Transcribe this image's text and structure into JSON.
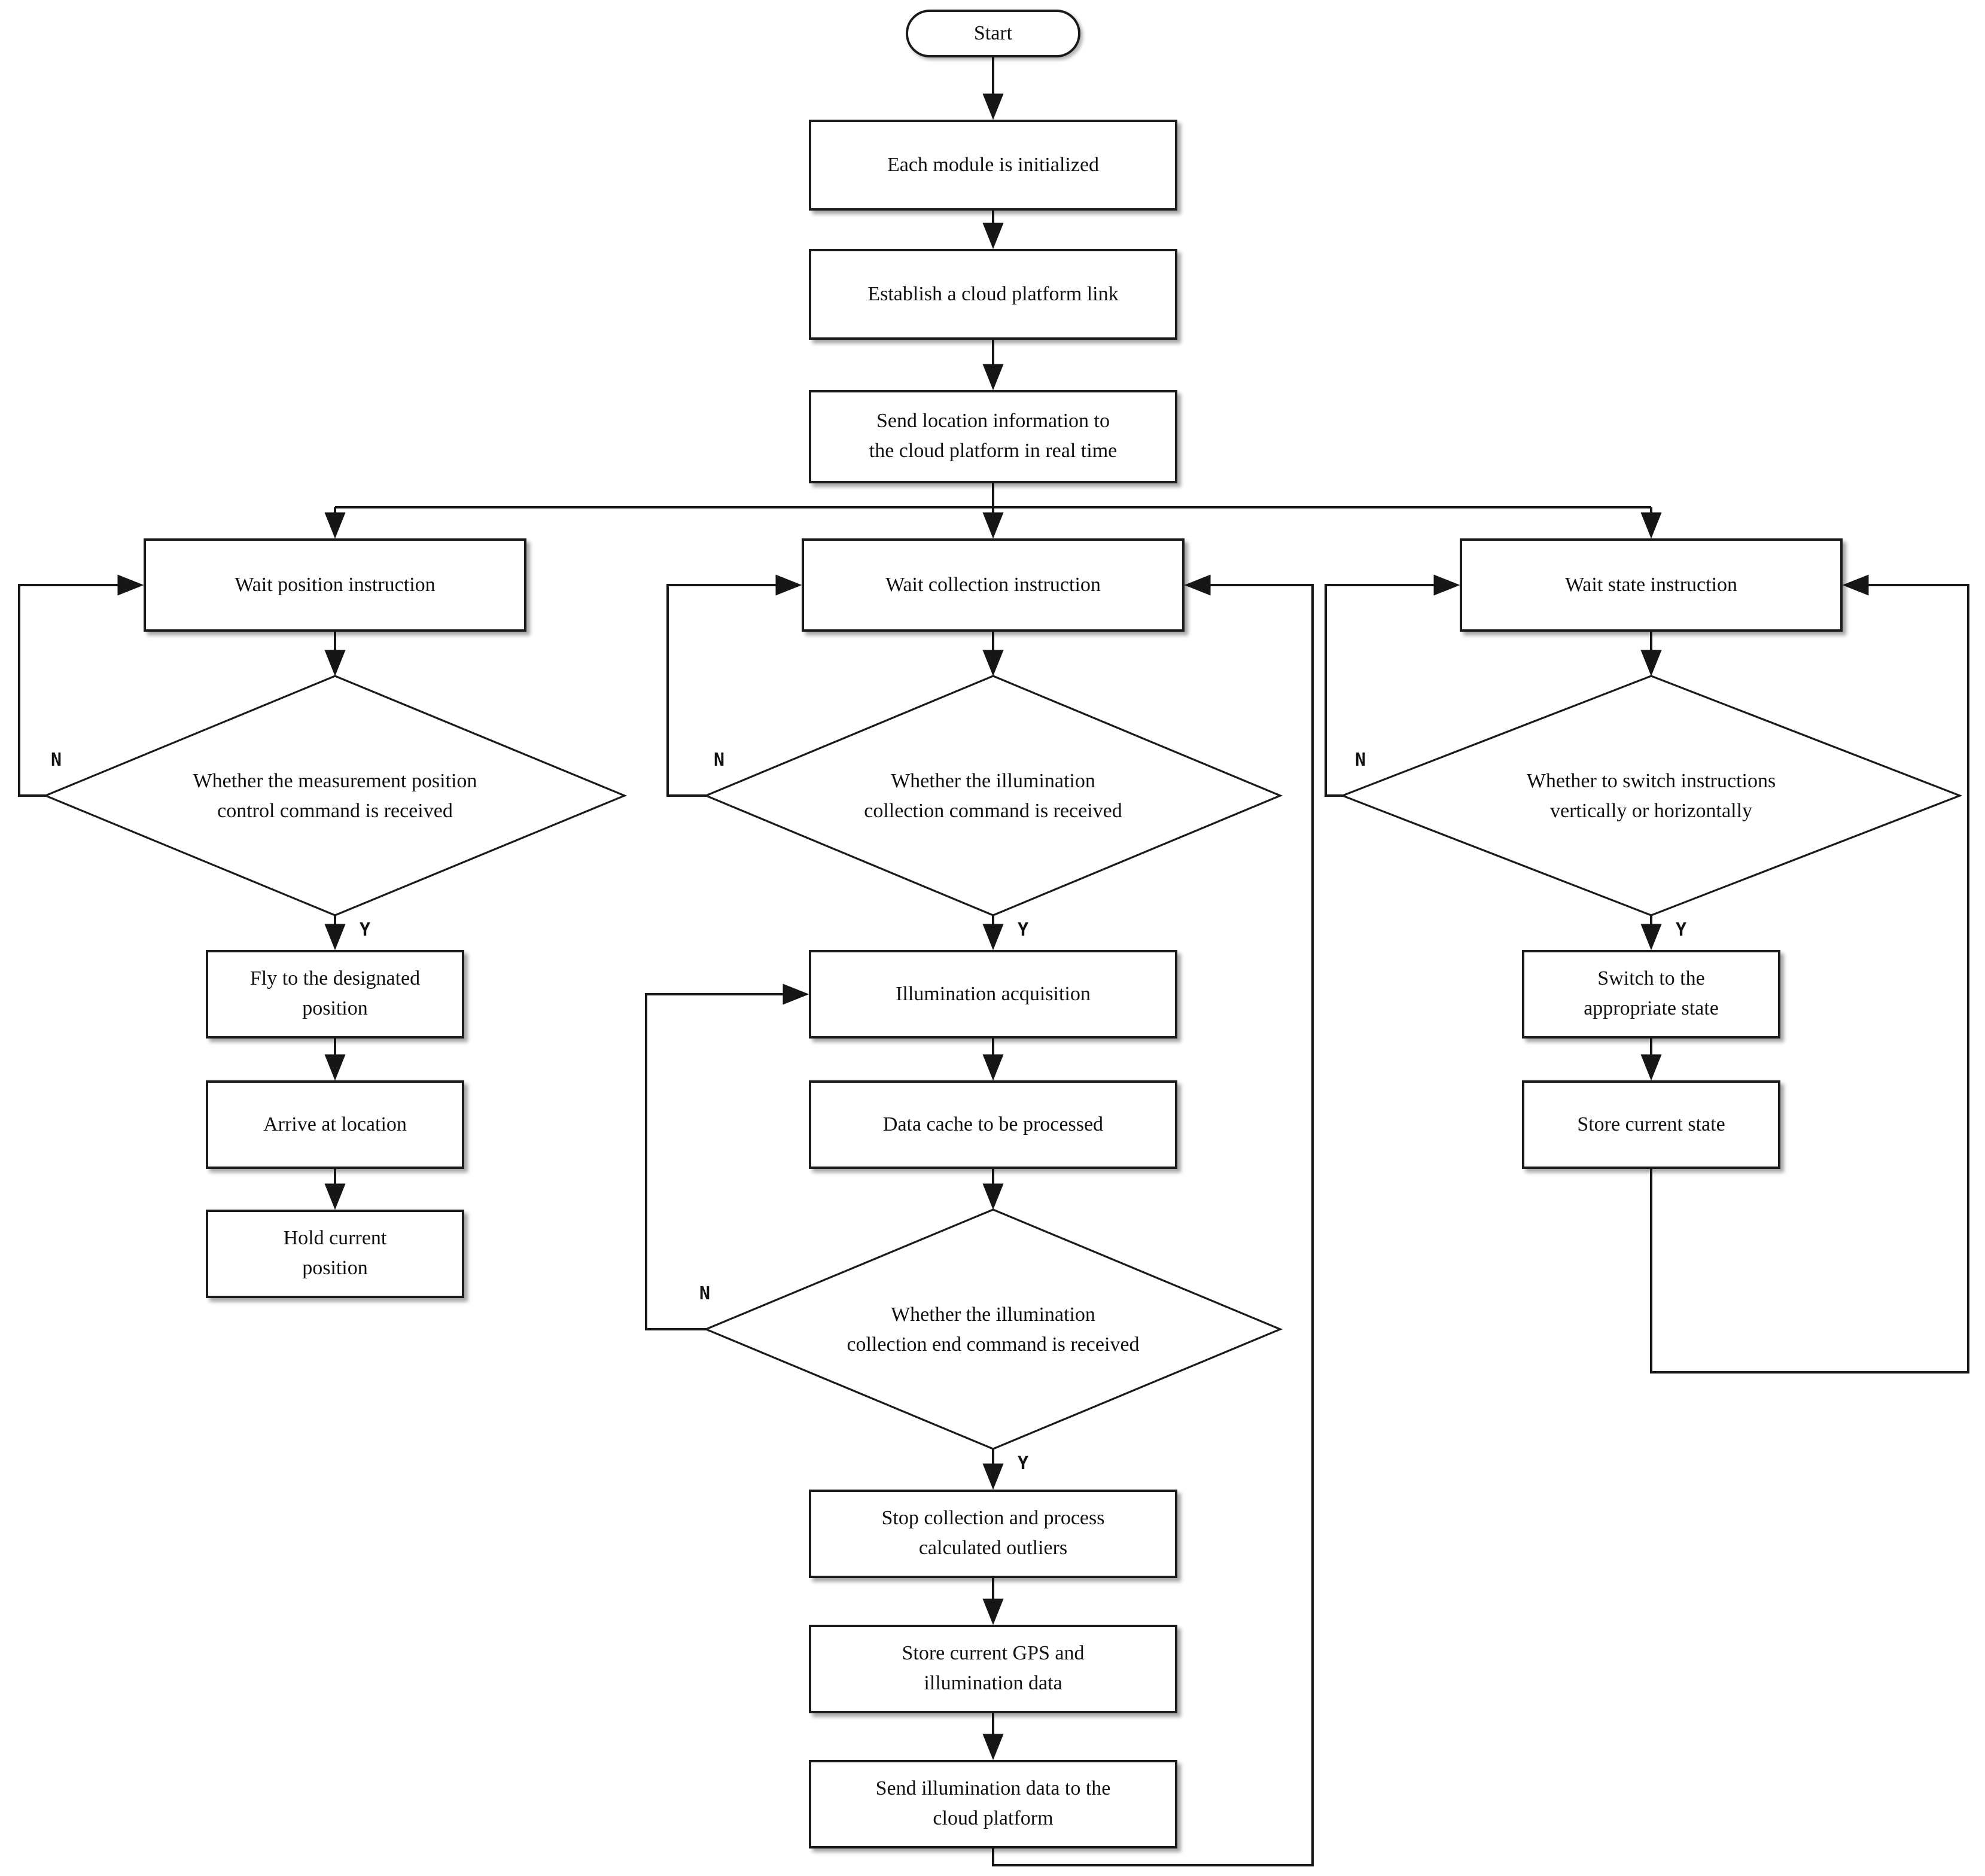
{
  "diagram": {
    "kind": "flowchart",
    "background": "#ffffff",
    "line_color": "#161616",
    "node_fill": "#ffffff",
    "node_border": "#1b1b1b"
  },
  "labels": {
    "no": "N",
    "yes": "Y"
  },
  "nodes": {
    "start": "Start",
    "init": "Each module is initialized",
    "establish_link": "Establish a cloud platform link",
    "send_location": "Send location information to\nthe cloud platform in real time",
    "wait_position": "Wait position instruction",
    "wait_collection": "Wait collection instruction",
    "wait_state": "Wait state instruction",
    "decision_position": "Whether the measurement position\ncontrol command is received",
    "decision_collection": "Whether the illumination\ncollection command is received",
    "decision_switch": "Whether to switch instructions\nvertically or horizontally",
    "fly": "Fly to the designated\nposition",
    "arrive": "Arrive at location",
    "hold": "Hold current\nposition",
    "illumination_acquisition": "Illumination acquisition",
    "data_cache": "Data cache to be processed",
    "decision_collection_end": "Whether the illumination\ncollection end command is received",
    "stop_collection": "Stop collection and process\ncalculated outliers",
    "store_gps": "Store current GPS and\nillumination data",
    "send_illumination": "Send illumination data to the\ncloud platform",
    "switch_state": "Switch to the\nappropriate state",
    "store_state": "Store current state"
  }
}
